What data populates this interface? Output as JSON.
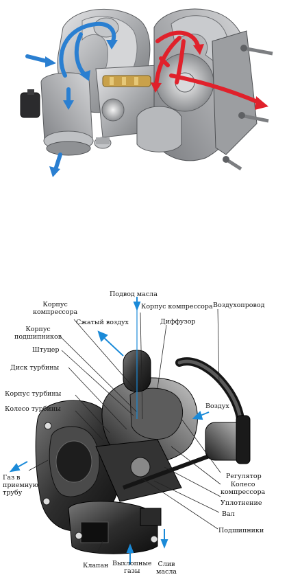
{
  "top_figure": {
    "arrow_colors": {
      "cold": "#2a7fd1",
      "hot": "#e0212b"
    }
  },
  "bottom_figure": {
    "labels": {
      "oil_inlet": "Подвод масла",
      "compressor_housing_top": "Корпус компрессора",
      "compressor_housing_left": "Корпус\nкомпрессора",
      "air_duct": "Воздухопровод",
      "compressed_air": "Сжатый воздух",
      "diffuser": "Диффузор",
      "bearing_housing": "Корпус\nподшипников",
      "fitting": "Штуцер",
      "turbine_disc": "Диск турбины",
      "turbine_housing": "Корпус турбины",
      "turbine_wheel": "Колесо турбины",
      "air": "Воздух",
      "gas_to_intake_pipe": "Газ в\nприемную\nтрубу",
      "regulator": "Регулятор",
      "compressor_wheel": "Колесо\nкомпрессора",
      "seal": "Уплотнение",
      "shaft": "Вал",
      "bearings": "Подшипники",
      "valve": "Клапан",
      "exhaust_gases": "Выхлопные\nгазы",
      "oil_drain": "Слив\nмасла"
    },
    "arrow_color": "#1a8ad8"
  }
}
